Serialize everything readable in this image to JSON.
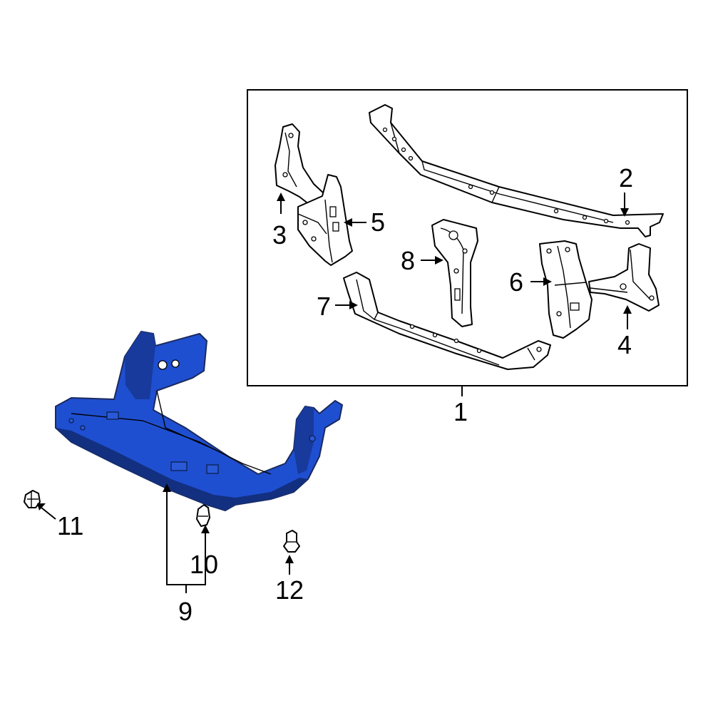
{
  "colors": {
    "highlight": "#1f4fd1",
    "highlight_dark": "#173a9c",
    "highlight_shadow": "#12307f",
    "line": "#000000",
    "background": "#ffffff"
  },
  "callouts": {
    "c1": "1",
    "c2": "2",
    "c3": "3",
    "c4": "4",
    "c5": "5",
    "c6": "6",
    "c7": "7",
    "c8": "8",
    "c9": "9",
    "c10": "10",
    "c11": "11",
    "c12": "12"
  }
}
